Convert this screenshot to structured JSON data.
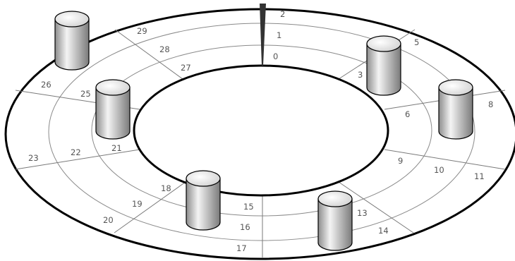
{
  "diagram": {
    "sectors": [
      {
        "label": "0"
      },
      {
        "label": "1"
      },
      {
        "label": "2"
      },
      {
        "label": "3"
      },
      {
        "label": "5"
      },
      {
        "label": "6"
      },
      {
        "label": "8"
      },
      {
        "label": "9"
      },
      {
        "label": "10"
      },
      {
        "label": "11"
      },
      {
        "label": "13"
      },
      {
        "label": "14"
      },
      {
        "label": "15"
      },
      {
        "label": "16"
      },
      {
        "label": "17"
      },
      {
        "label": "18"
      },
      {
        "label": "19"
      },
      {
        "label": "20"
      },
      {
        "label": "21"
      },
      {
        "label": "22"
      },
      {
        "label": "23"
      },
      {
        "label": "25"
      },
      {
        "label": "26"
      },
      {
        "label": "27"
      },
      {
        "label": "28"
      },
      {
        "label": "29"
      }
    ],
    "colors": {
      "outline": "#000000",
      "track": "#8a8a8a",
      "label": "#555555",
      "cylinder_light": "#f4f4f4",
      "cylinder_dark": "#8c8c8c"
    }
  }
}
